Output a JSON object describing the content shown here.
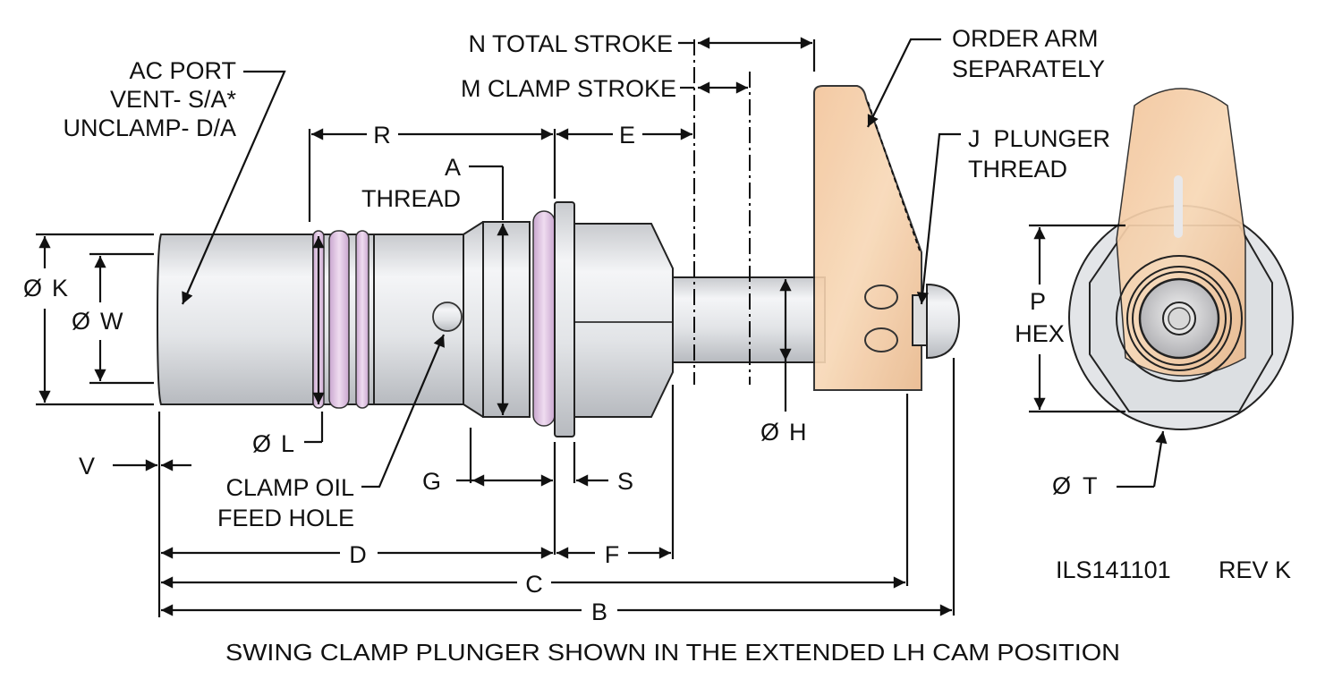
{
  "drawing": {
    "title_note": "SWING CLAMP PLUNGER SHOWN IN THE EXTENDED LH CAM POSITION",
    "drawing_number": "ILS141101",
    "revision": "REV K"
  },
  "callouts": {
    "ac_port": [
      "AC PORT",
      "VENT- S/A*",
      "UNCLAMP- D/A"
    ],
    "order_arm": [
      "ORDER ARM",
      "SEPARATELY"
    ],
    "plunger_thread": [
      "J  PLUNGER",
      "THREAD"
    ],
    "a_thread": [
      "A",
      "THREAD"
    ],
    "clamp_oil": [
      "CLAMP OIL",
      "FEED HOLE"
    ],
    "hex": [
      "P",
      "HEX"
    ]
  },
  "dimensions": {
    "n_total_stroke": "N TOTAL STROKE",
    "m_clamp_stroke": "M CLAMP STROKE",
    "R": "R",
    "E": "E",
    "K": "K",
    "W": "W",
    "L": "L",
    "H": "H",
    "T": "T",
    "V": "V",
    "G": "G",
    "S": "S",
    "D": "D",
    "F": "F",
    "C": "C",
    "B": "B",
    "diameter_symbol": "Ø"
  },
  "colors": {
    "body_metal": "#dcdee2",
    "arm_copper": "#f5c9a0",
    "oring": "#d9b8dc",
    "line": "#111111"
  }
}
